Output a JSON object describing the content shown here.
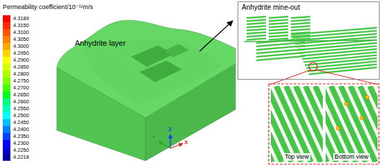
{
  "diagram": {
    "nodes": [
      {
        "text": [
          "Anhydrite mine-out"
        ]
      },
      {
        "text": [
          "Top view"
        ]
      },
      {
        "text": [
          "Bottom view"
        ]
      }
    ],
    "labels": [
      "Permeability coefficient/10⁻¹¹m/s",
      "Anhydrite layer",
      "Y",
      "Z",
      "X"
    ],
    "legend": [
      {
        "text": "4.3189",
        "color": "#ff0000"
      },
      {
        "text": "4.3150",
        "color": "#ff2a00"
      },
      {
        "text": "4.3100",
        "color": "#ff5500"
      },
      {
        "text": "4.3050",
        "color": "#ff8000"
      },
      {
        "text": "4.3000",
        "color": "#ffaa00"
      },
      {
        "text": "4.2950",
        "color": "#ffd400"
      },
      {
        "text": "4.2900",
        "color": "#ffff00"
      },
      {
        "text": "4.2850",
        "color": "#d4ff00"
      },
      {
        "text": "4.2800",
        "color": "#aaff00"
      },
      {
        "text": "4.2750",
        "color": "#80ff00"
      },
      {
        "text": "4.2700",
        "color": "#40ff00"
      },
      {
        "text": "4.2650",
        "color": "#00ff20"
      },
      {
        "text": "4.2600",
        "color": "#00ff80"
      },
      {
        "text": "4.2550",
        "color": "#00ffc0"
      },
      {
        "text": "4.2500",
        "color": "#00ffff"
      },
      {
        "text": "4.2450",
        "color": "#00c0ff"
      },
      {
        "text": "4.2400",
        "color": "#0080ff"
      },
      {
        "text": "4.2350",
        "color": "#0040ff"
      },
      {
        "text": "4.2300",
        "color": "#0000ff"
      },
      {
        "text": "4.2250",
        "color": "#0000d0"
      },
      {
        "text": "4.2218",
        "color": "#0000a0"
      }
    ]
  }
}
